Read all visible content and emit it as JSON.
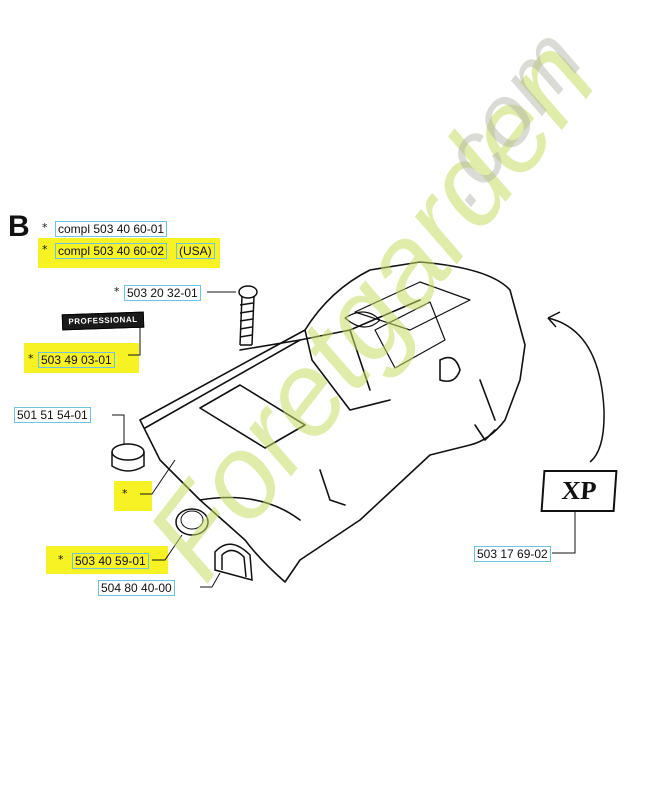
{
  "section_letter": "B",
  "labels": {
    "compl_std": "compl 503 40 60-01",
    "compl_usa": "compl 503 40 60-02",
    "usa_tag": "(USA)",
    "screw": "503 20 32-01",
    "decal_pro": "503 49 03-01",
    "plug": "501 51 54-01",
    "cap": "503 40 59-01",
    "shield": "504 80 40-00",
    "decal_xp": "503 17 69-02"
  },
  "star": "*",
  "decals": {
    "professional": "PROFESSIONAL",
    "xp": "XP"
  },
  "watermark": {
    "brand": "Foretgarden",
    "domain": ".com"
  },
  "colors": {
    "highlight": "#f7f224",
    "label_box": "#6fc3df",
    "watermark_green": "#c4dd64",
    "watermark_grey": "#afafa5"
  }
}
